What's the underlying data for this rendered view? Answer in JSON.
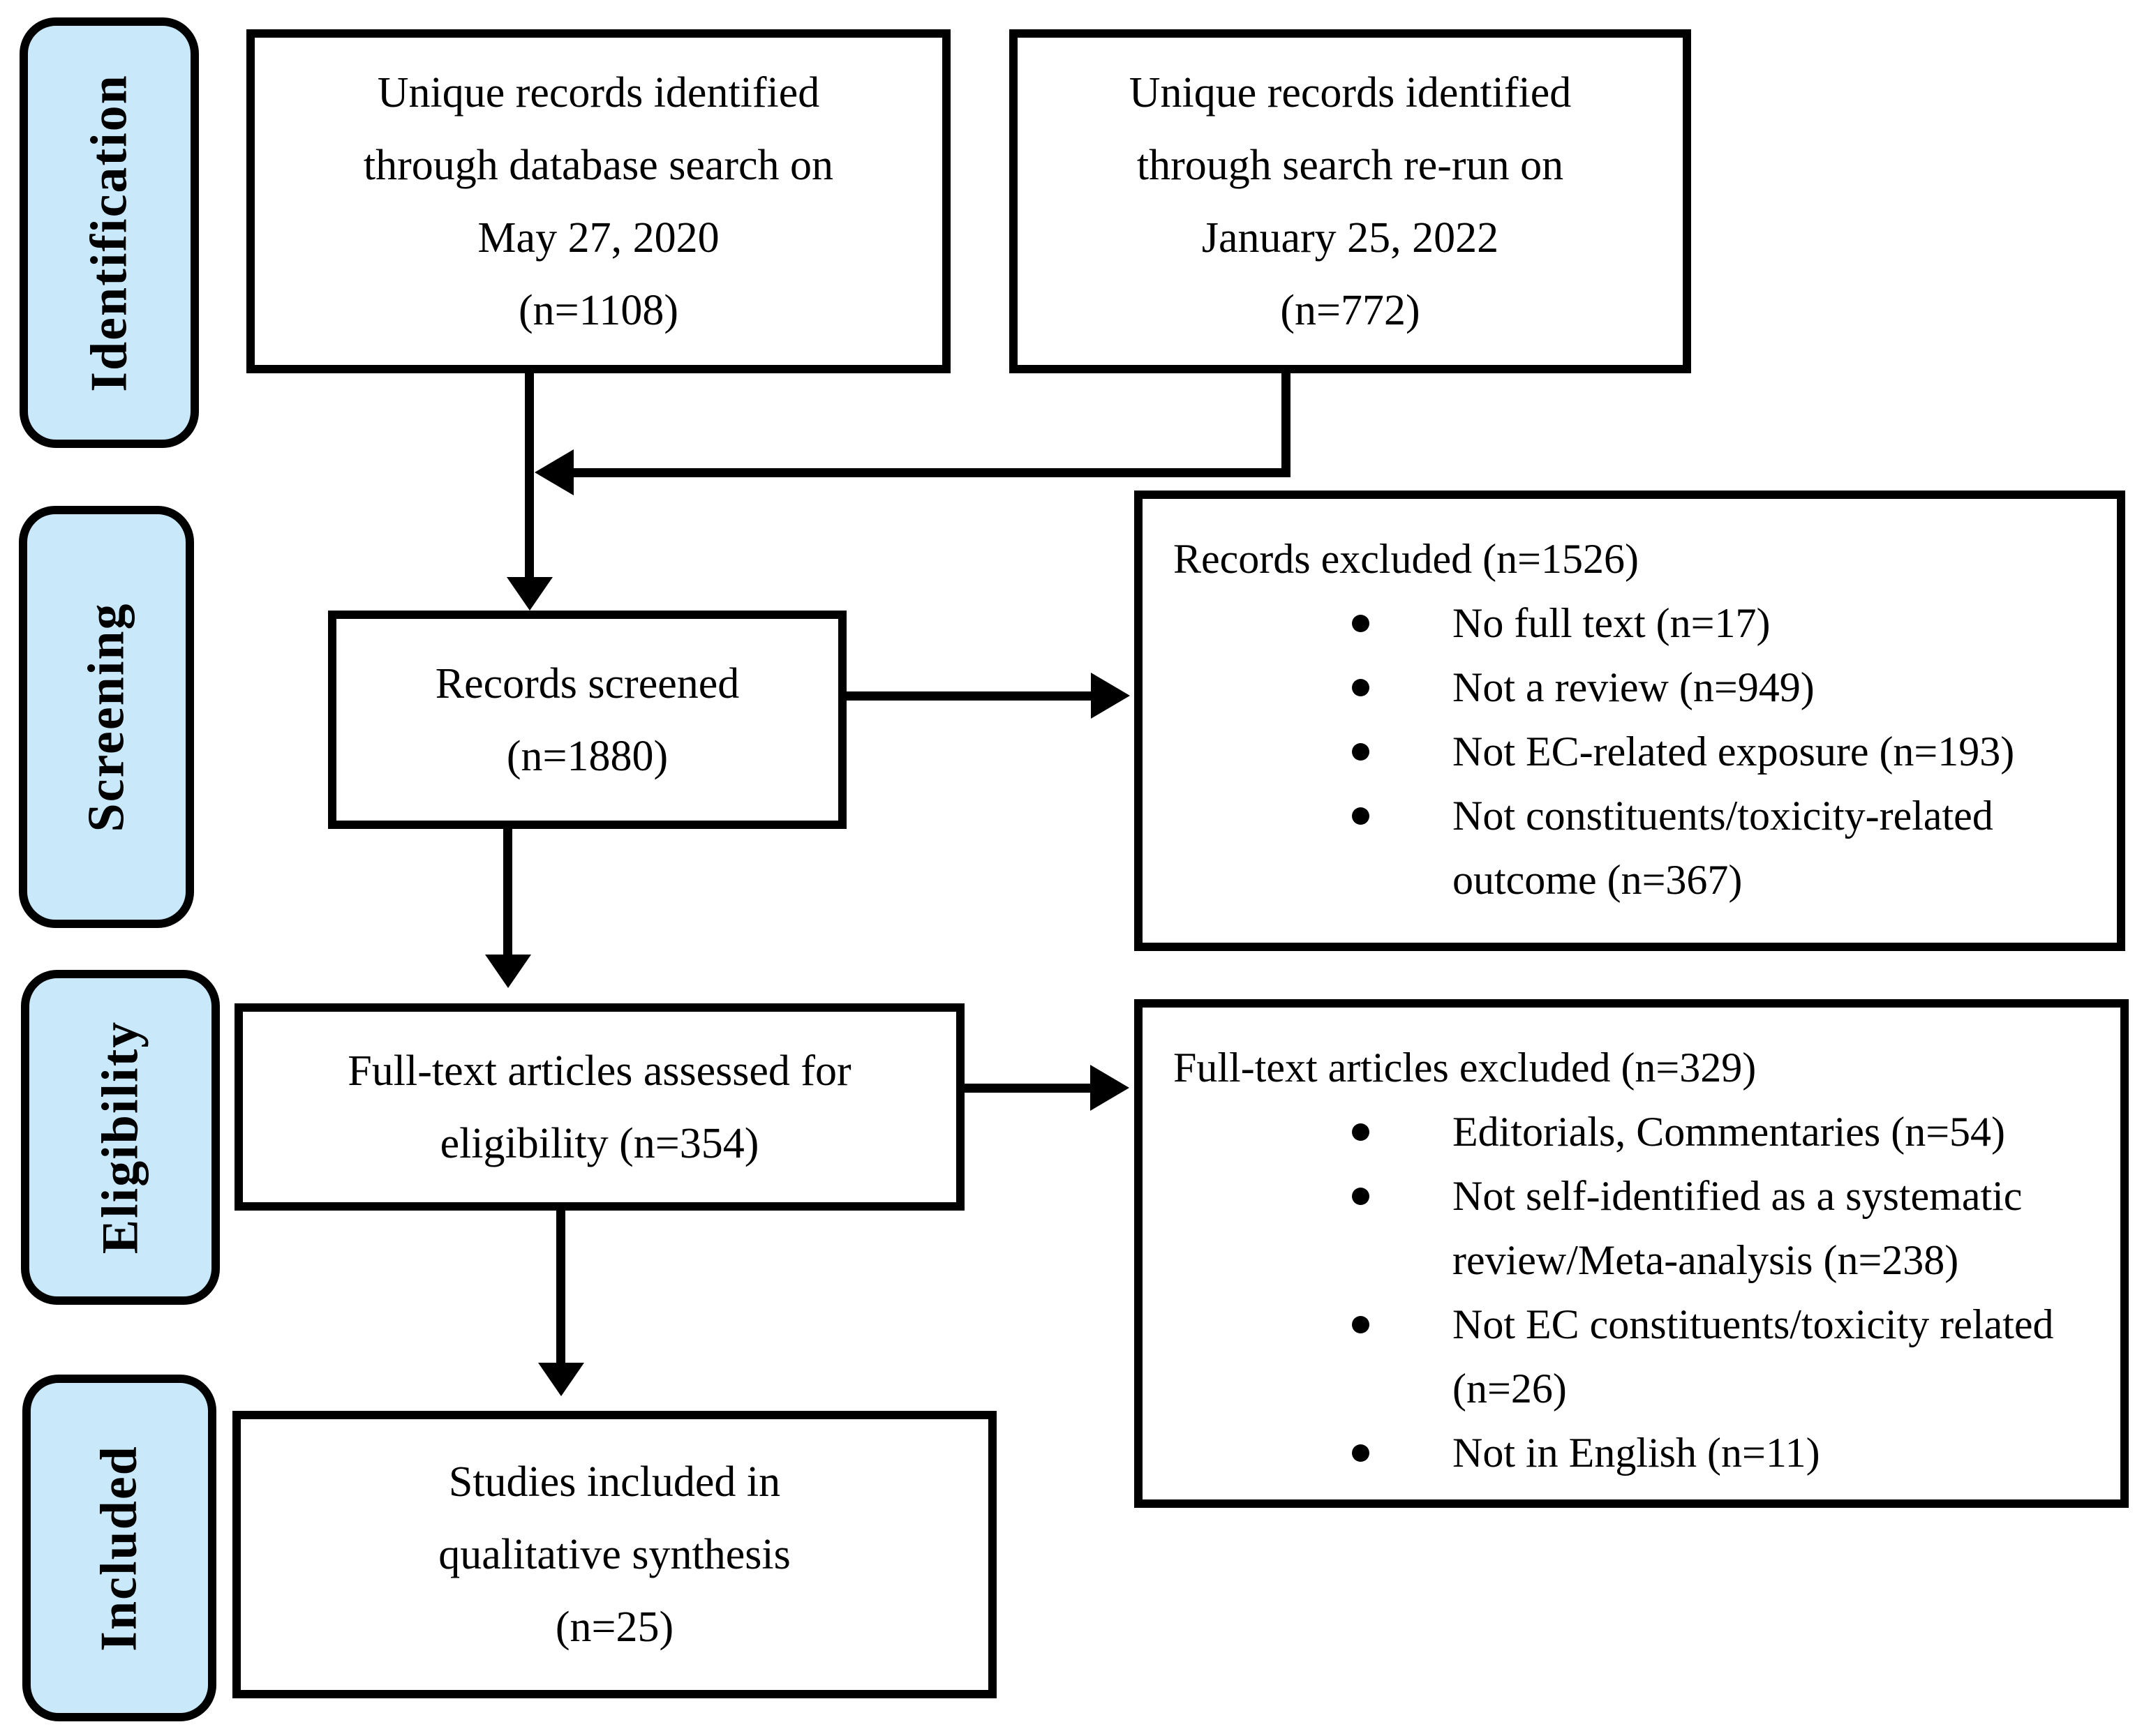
{
  "sidebar": {
    "stages": [
      {
        "label": "Identification"
      },
      {
        "label": "Screening"
      },
      {
        "label": "Eligibility"
      },
      {
        "label": "Included"
      }
    ]
  },
  "boxes": {
    "identified_db": {
      "lines": [
        "Unique records identified",
        "through database search on",
        "May 27, 2020",
        "(n=1108)"
      ]
    },
    "identified_rerun": {
      "lines": [
        "Unique records identified",
        "through search re-run on",
        "January 25, 2022",
        "(n=772)"
      ]
    },
    "screened": {
      "lines": [
        "Records screened",
        "(n=1880)"
      ]
    },
    "records_excluded": {
      "title": "Records excluded (n=1526)",
      "items": [
        "No full text (n=17)",
        "Not a review (n=949)",
        "Not EC-related exposure (n=193)",
        "Not constituents/toxicity-related outcome (n=367)"
      ]
    },
    "fulltext_assessed": {
      "lines": [
        "Full-text articles assessed for",
        "eligibility (n=354)"
      ]
    },
    "fulltext_excluded": {
      "title": "Full-text articles excluded (n=329)",
      "items": [
        "Editorials, Commentaries (n=54)",
        "Not self-identified as a systematic review/Meta-analysis (n=238)",
        "Not EC constituents/toxicity related (n=26)",
        "Not in English (n=11)"
      ]
    },
    "included": {
      "lines": [
        "Studies included in",
        "qualitative synthesis",
        "(n=25)"
      ]
    }
  },
  "colors": {
    "stage_fill": "#C9E8FA",
    "line": "#000000"
  }
}
